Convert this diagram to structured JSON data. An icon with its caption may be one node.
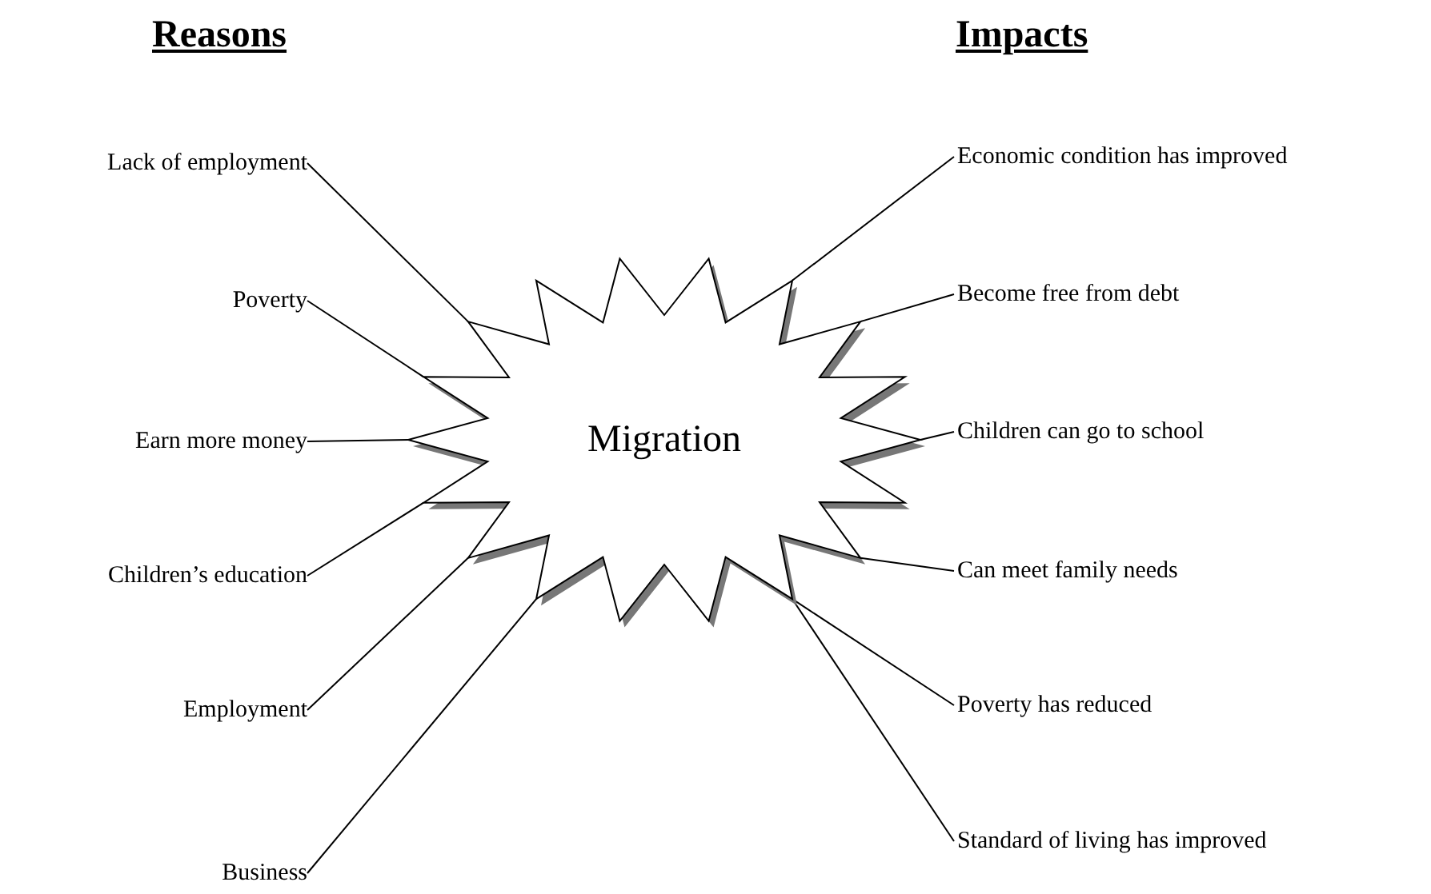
{
  "diagram": {
    "nodes": [
      {
        "text": [
          "Migration"
        ]
      },
      {
        "text": [
          "Lack of employment"
        ]
      },
      {
        "text": [
          "Poverty"
        ]
      },
      {
        "text": [
          "Earn more money"
        ]
      },
      {
        "text": [
          "Children’s education"
        ]
      },
      {
        "text": [
          "Employment"
        ]
      },
      {
        "text": [
          "Business"
        ]
      },
      {
        "text": [
          "Economic condition has improved"
        ]
      },
      {
        "text": [
          "Become free from debt"
        ]
      },
      {
        "text": [
          "Children can go to school"
        ]
      },
      {
        "text": [
          "Can meet family needs"
        ]
      },
      {
        "text": [
          "Poverty has reduced"
        ]
      },
      {
        "text": [
          "Standard of living has improved"
        ]
      }
    ],
    "edges": [
      {
        "from": 1,
        "to": 0,
        "arrow": "none"
      },
      {
        "from": 2,
        "to": 0,
        "arrow": "none"
      },
      {
        "from": 3,
        "to": 0,
        "arrow": "none"
      },
      {
        "from": 4,
        "to": 0,
        "arrow": "none"
      },
      {
        "from": 5,
        "to": 0,
        "arrow": "none"
      },
      {
        "from": 6,
        "to": 0,
        "arrow": "none"
      },
      {
        "from": 0,
        "to": 7,
        "arrow": "none"
      },
      {
        "from": 0,
        "to": 8,
        "arrow": "none"
      },
      {
        "from": 0,
        "to": 9,
        "arrow": "none"
      },
      {
        "from": 0,
        "to": 10,
        "arrow": "none"
      },
      {
        "from": 0,
        "to": 11,
        "arrow": "none"
      },
      {
        "from": 0,
        "to": 12,
        "arrow": "none"
      }
    ],
    "labels": [
      "Reasons",
      "Impacts"
    ]
  }
}
